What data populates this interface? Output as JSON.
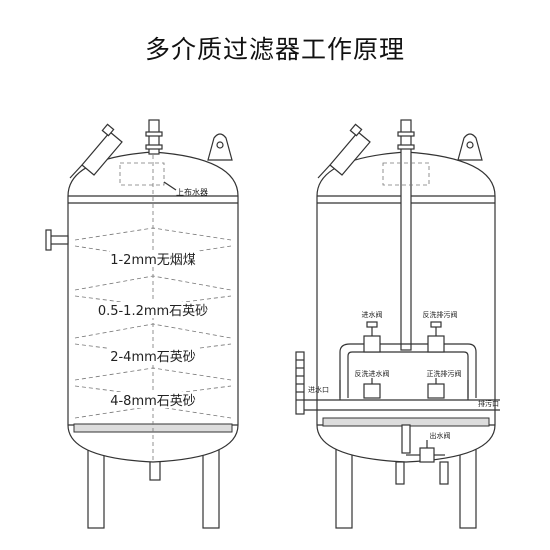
{
  "title": "多介质过滤器工作原理",
  "left_tank": {
    "distributor_label": "上布水器",
    "layers": [
      "1-2mm无烟煤",
      "0.5-1.2mm石英砂",
      "2-4mm石英砂",
      "4-8mm石英砂"
    ]
  },
  "right_tank": {
    "valves": {
      "inlet": "进水阀",
      "backwash_drain": "反洗排污阀",
      "backwash_inlet": "反洗进水阀",
      "forward_drain": "正洗排污阀",
      "outlet": "出水阀"
    },
    "ports": {
      "inlet": "进水口",
      "drain": "排污口"
    }
  }
}
